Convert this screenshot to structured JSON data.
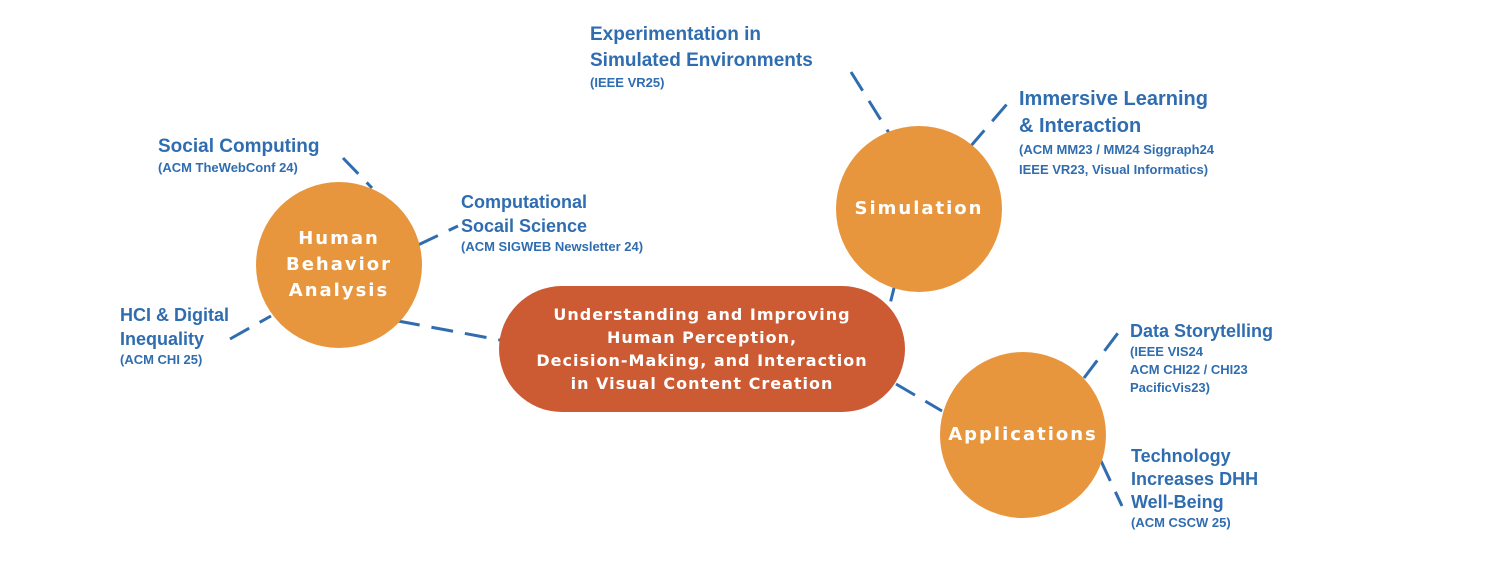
{
  "center": {
    "label": "Understanding and Improving\nHuman Perception,\nDecision-Making, and Interaction\nin Visual Content Creation"
  },
  "hubs": {
    "human_behavior": "Human\nBehavior\nAnalysis",
    "simulation": "Simulation",
    "applications": "Applications"
  },
  "topics": {
    "social_computing": {
      "title": "Social Computing",
      "venue": "(ACM TheWebConf 24)"
    },
    "computational_social": {
      "title": "Computational\nSocail Science",
      "venue": "(ACM SIGWEB Newsletter 24)"
    },
    "hci_digital": {
      "title": "HCI & Digital\nInequality",
      "venue": "(ACM CHI 25)"
    },
    "experimentation": {
      "title": "Experimentation in\nSimulated Environments",
      "venue": "(IEEE VR25)"
    },
    "immersive": {
      "title": "Immersive Learning\n& Interaction",
      "venue": "(ACM MM23 / MM24 Siggraph24\nIEEE VR23, Visual Informatics)"
    },
    "data_story": {
      "title": "Data Storytelling",
      "venue": "(IEEE VIS24\nACM CHI22 / CHI23\nPacificVis23)"
    },
    "technology_dhh": {
      "title": "Technology\nIncreases DHH\nWell-Being",
      "venue": "(ACM CSCW 25)"
    }
  },
  "colors": {
    "hub": "#e8963d",
    "center": "#cc5a32",
    "text": "#2f6db0",
    "connector": "#2f6db0"
  }
}
